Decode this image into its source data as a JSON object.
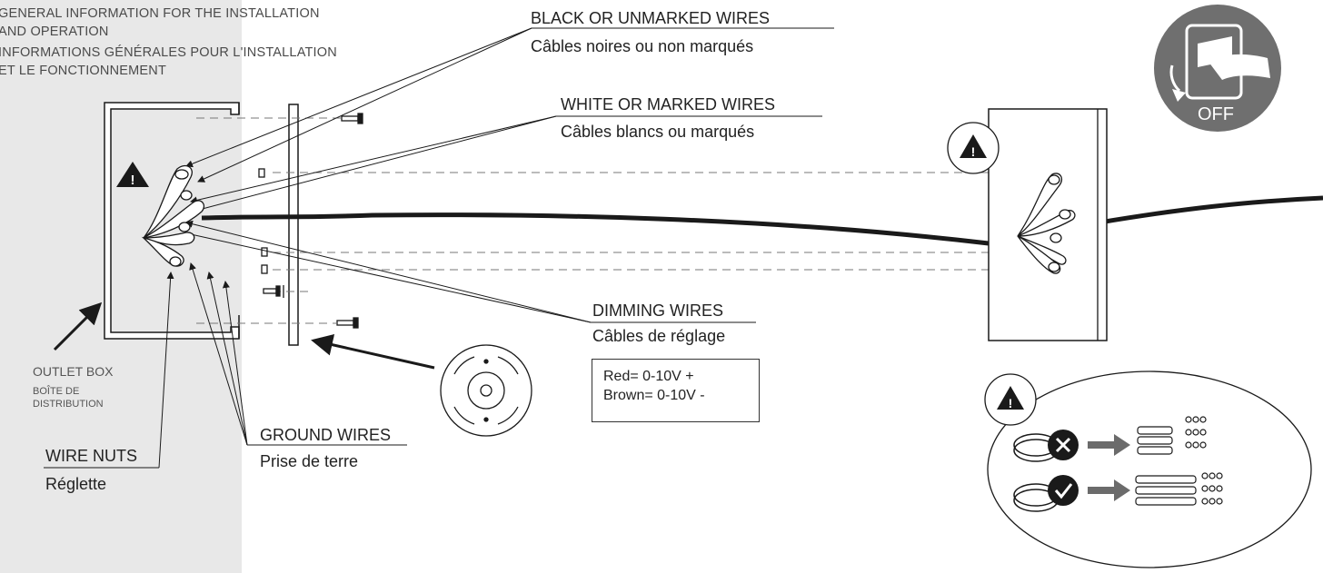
{
  "header": {
    "line1": "GENERAL INFORMATION FOR THE INSTALLATION",
    "line2": "AND OPERATION",
    "line3": "INFORMATIONS GÉNÉRALES POUR L'INSTALLATION",
    "line4": "ET LE FONCTIONNEMENT"
  },
  "labels": {
    "black_wires_en": "BLACK OR UNMARKED WIRES",
    "black_wires_fr": "Câbles noires ou non marqués",
    "white_wires_en": "WHITE OR MARKED WIRES",
    "white_wires_fr": "Câbles blancs ou marqués",
    "dimming_wires_en": "DIMMING WIRES",
    "dimming_wires_fr": "Câbles de réglage",
    "ground_wires_en": "GROUND WIRES",
    "ground_wires_fr": "Prise de terre",
    "wire_nuts_en": "WIRE NUTS",
    "wire_nuts_fr": "Réglette",
    "outlet_box_en": "OUTLET BOX",
    "outlet_box_fr_1": "BOÎTE DE",
    "outlet_box_fr_2": "DISTRIBUTION"
  },
  "dimming_values": {
    "red": "Red= 0-10V +",
    "brown": "Brown= 0-10V -"
  },
  "switch_badge": {
    "text": "OFF"
  },
  "warning_mark": "!",
  "colors": {
    "panel_gray": "#e8e8e8",
    "badge_gray": "#6f6f6f",
    "line_dark": "#1a1a1a",
    "arrow_gray": "#6b6b6b"
  },
  "icons": [
    "warning-icon",
    "power-off-icon",
    "incorrect-x-icon",
    "correct-check-icon",
    "arrow-right-icon"
  ]
}
